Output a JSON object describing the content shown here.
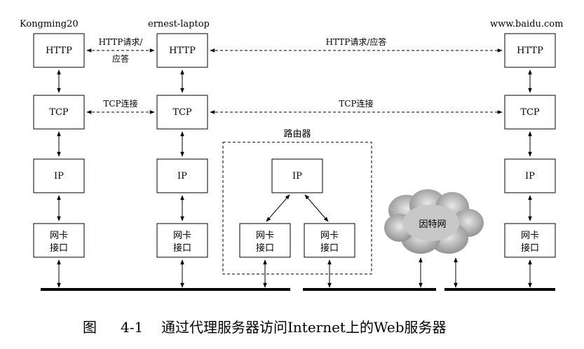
{
  "hosts": {
    "client": "Kongming20",
    "proxy": "ernest-laptop",
    "server": "www.baidu.com"
  },
  "layers": {
    "http": "HTTP",
    "tcp": "TCP",
    "ip": "IP",
    "nic_line1": "网卡",
    "nic_line2": "接口"
  },
  "links": {
    "http_left_line1": "HTTP请求/",
    "http_left_line2": "应答",
    "http_right": "HTTP请求/应答",
    "tcp_left": "TCP连接",
    "tcp_right": "TCP连接"
  },
  "router": {
    "label": "路由器"
  },
  "internet": {
    "label": "因特网"
  },
  "caption": {
    "prefix": "图",
    "number": "4-1",
    "text": "通过代理服务器访问Internet上的Web服务器"
  }
}
